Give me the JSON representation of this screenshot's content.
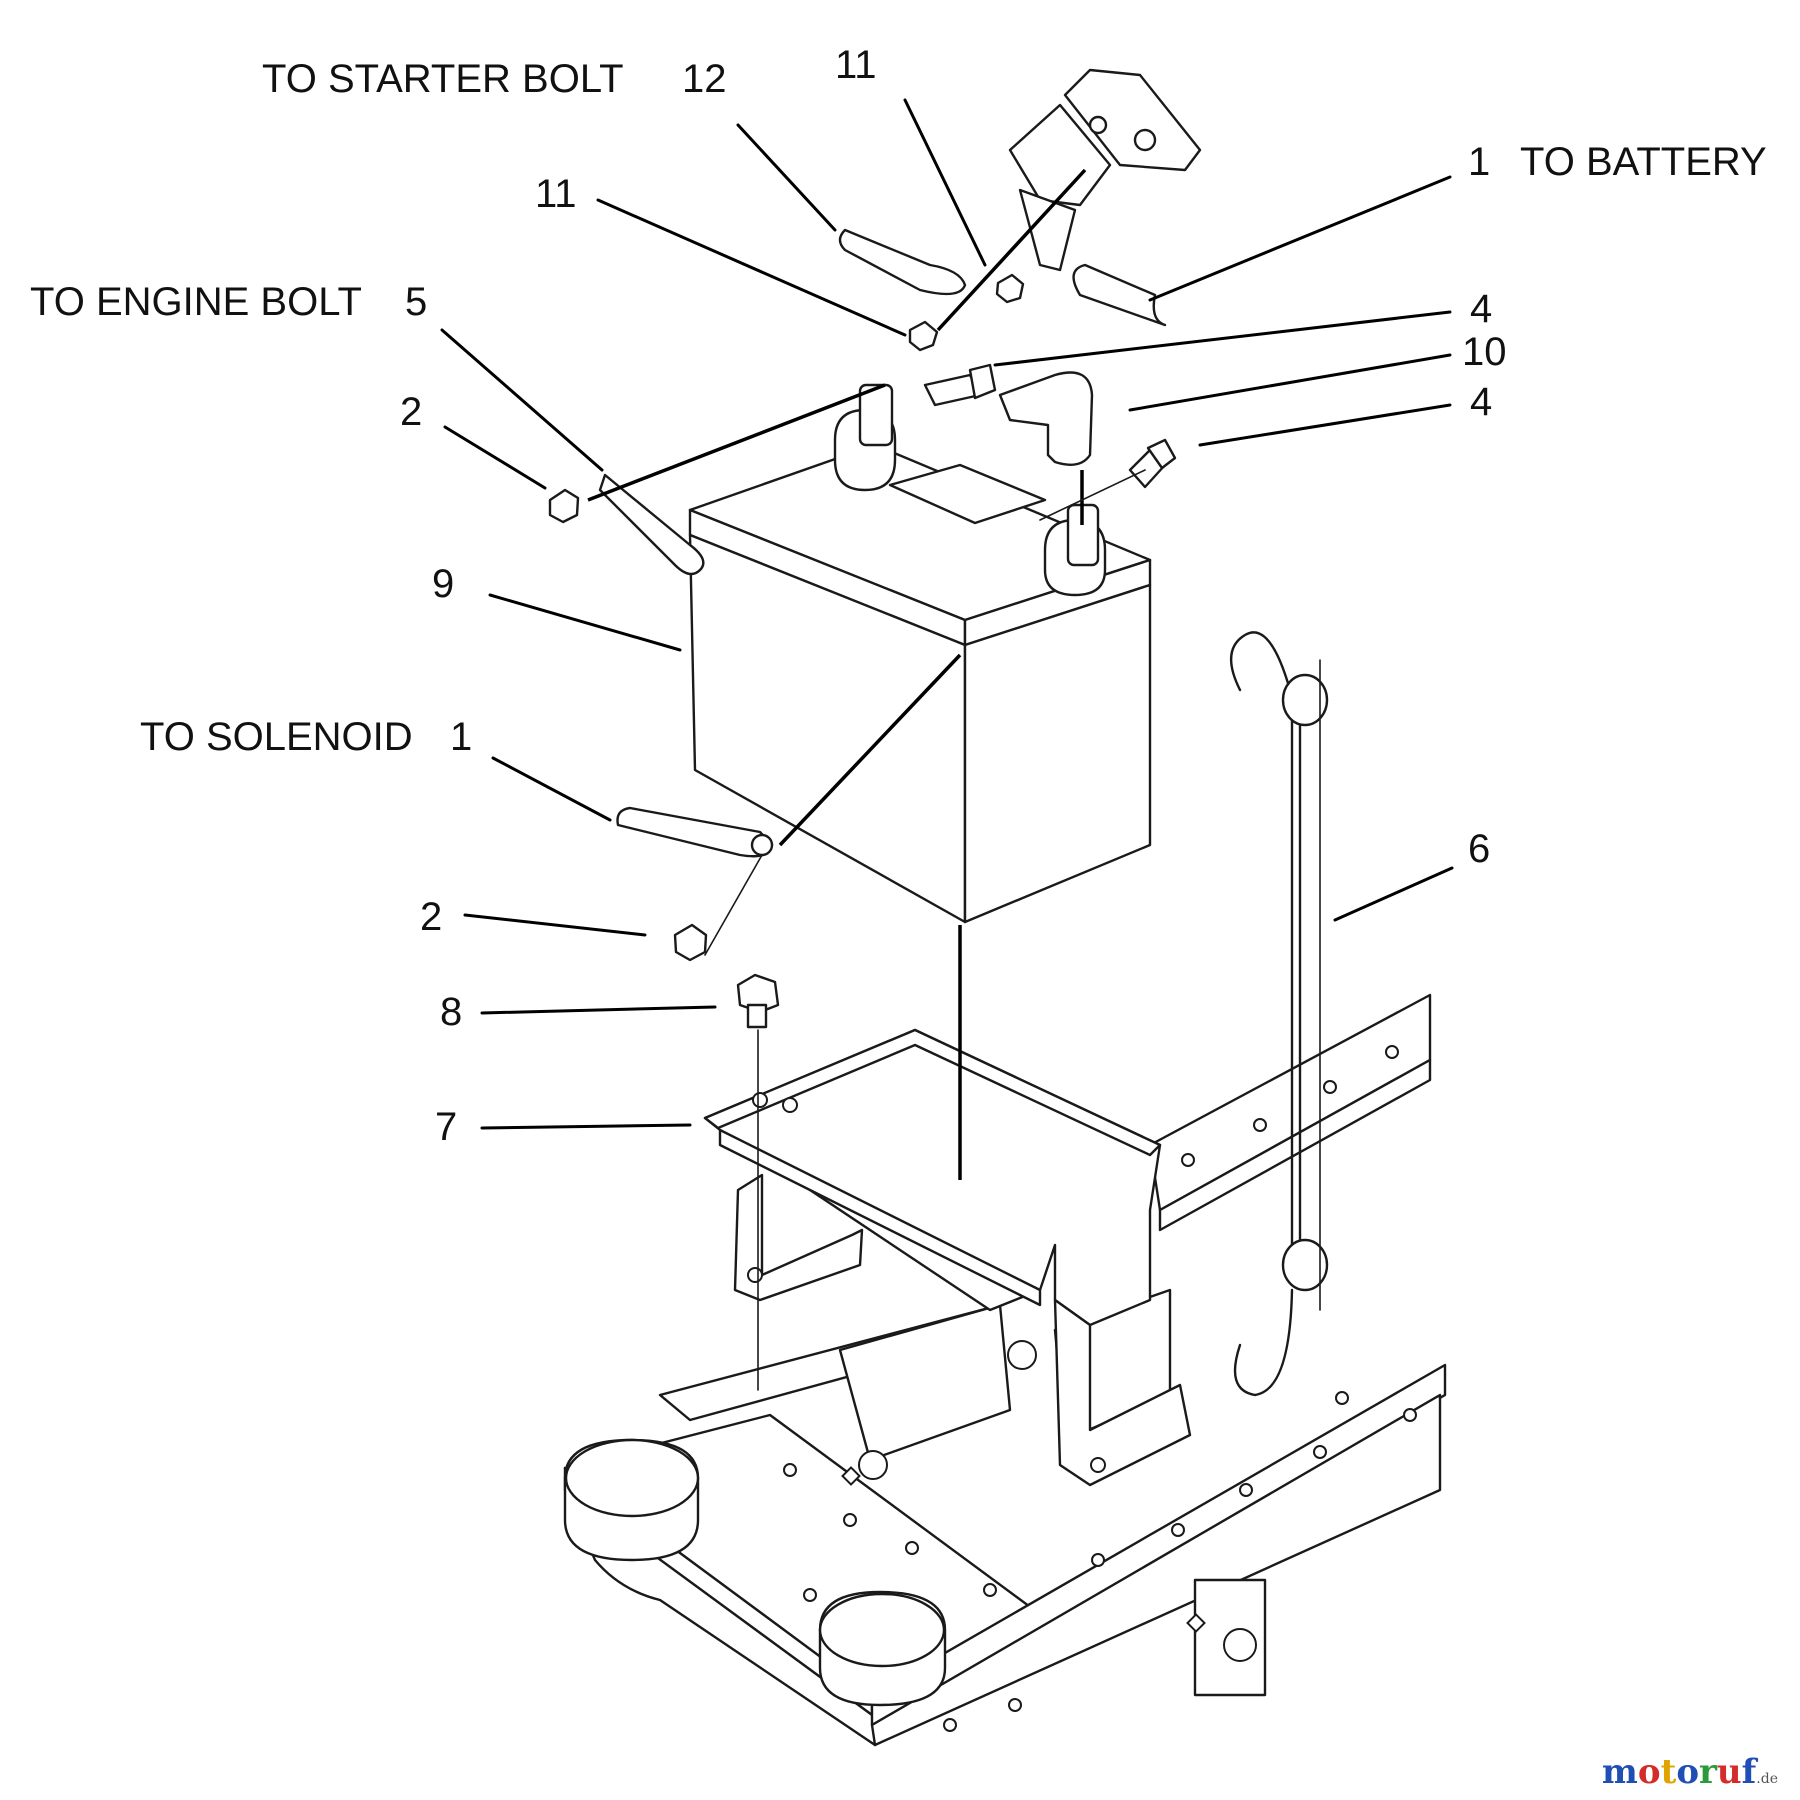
{
  "labels": {
    "to_starter_bolt": "TO STARTER BOLT",
    "item_12": "12",
    "item_11_top": "11",
    "item_11_left": "11",
    "item_1_top": "1",
    "to_battery": "TO BATTERY",
    "to_engine_bolt": "TO ENGINE BOLT",
    "item_5": "5",
    "item_4_upper": "4",
    "item_10": "10",
    "item_4_lower": "4",
    "item_2_upper": "2",
    "item_9": "9",
    "to_solenoid": "TO SOLENOID",
    "item_1_lower": "1",
    "item_2_lower": "2",
    "item_6": "6",
    "item_8": "8",
    "item_7": "7"
  },
  "watermark": {
    "text": "motoruf",
    "suffix": ".de",
    "colors": [
      "#1f4fb4",
      "#d42b2b",
      "#e0a400",
      "#1f4fb4",
      "#2a9a3a",
      "#d42b2b",
      "#1f4fb4"
    ]
  }
}
